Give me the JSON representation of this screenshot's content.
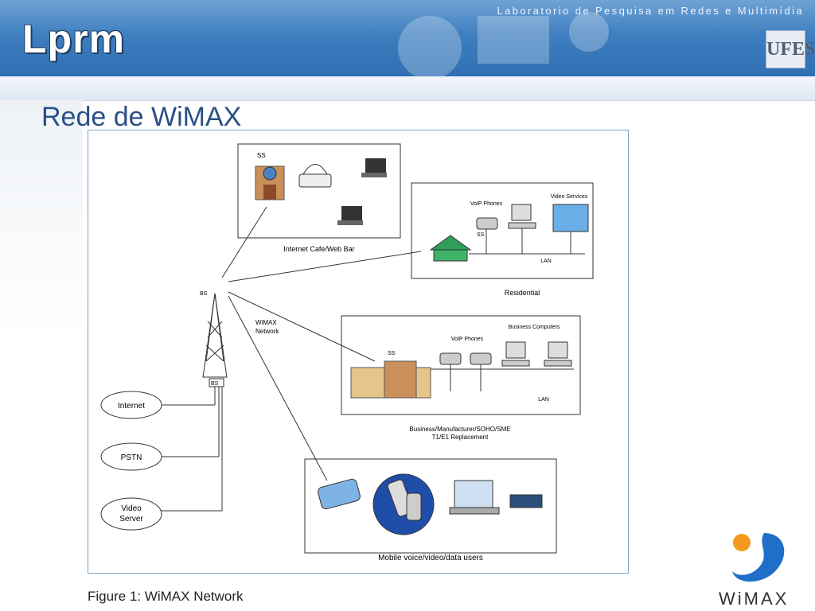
{
  "header": {
    "logo": "Lprm",
    "lab_name": "Laboratorio de Pesquisa em Redes e Multimídia",
    "university_logo": "UFES"
  },
  "slide": {
    "title": "Rede de WiMAX",
    "caption": "Figure 1: WiMAX Network"
  },
  "diagram": {
    "internet_cafe": "Internet Cafe/Web Bar",
    "ss": "SS",
    "bs": "BS",
    "voip_phones": "VoIP Phones",
    "video_services": "Video Services",
    "lan": "LAN",
    "residential": "Residential",
    "wimax_network": "WiMAX Network",
    "business_computers": "Business Computers",
    "business_line1": "Business/Manufacturer/SOHO/SME",
    "business_line2": "T1/E1 Replacement",
    "internet": "Internet",
    "pstn": "PSTN",
    "video_server": "Video Server",
    "mobile_users": "Mobile voice/video/data users"
  },
  "footer": {
    "wimax_brand": "WiMAX"
  },
  "colors": {
    "header_blue": "#3f7fc0",
    "title_blue": "#2a4f86",
    "wimax_orange": "#f39a1e",
    "wimax_blue": "#1f6fc8"
  }
}
